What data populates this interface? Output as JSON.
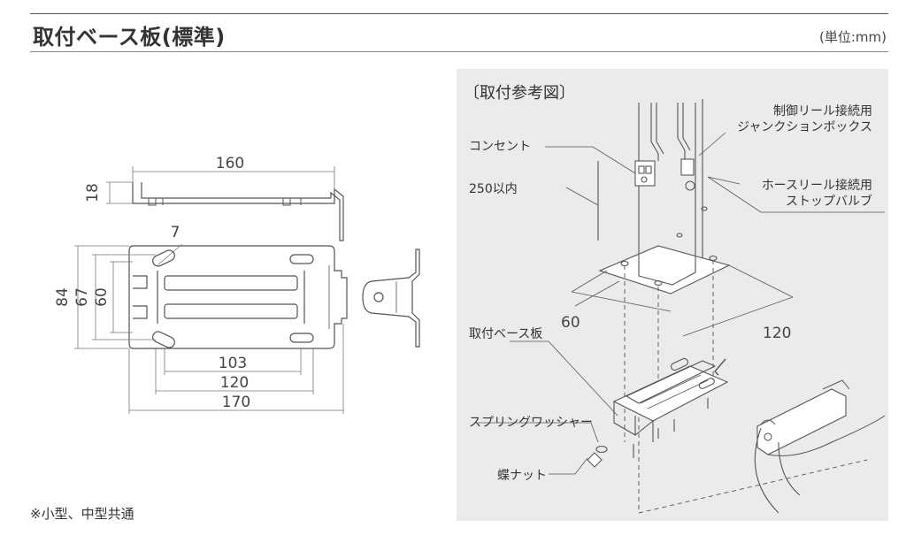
{
  "header": {
    "title": "取付ベース板(標準)",
    "unit": "(単位:mm)"
  },
  "drawing": {
    "dim_width_top": "160",
    "dim_height_side": "18",
    "dim_hole": "7",
    "dim_84": "84",
    "dim_67": "67",
    "dim_60": "60",
    "dim_103": "103",
    "dim_120": "120",
    "dim_170": "170"
  },
  "reference": {
    "title": "〔取付参考図〕",
    "labels": {
      "junction_box_line1": "制御リール接続用",
      "junction_box_line2": "ジャンクションボックス",
      "outlet": "コンセント",
      "height_250": "250以内",
      "hose_valve_line1": "ホースリール接続用",
      "hose_valve_line2": "ストップバルブ",
      "dim_60": "60",
      "dim_120": "120",
      "base_plate": "取付ベース板",
      "spring_washer": "スプリングワッシャー",
      "wing_nut": "蝶ナット"
    }
  },
  "footnote": "※小型、中型共通"
}
